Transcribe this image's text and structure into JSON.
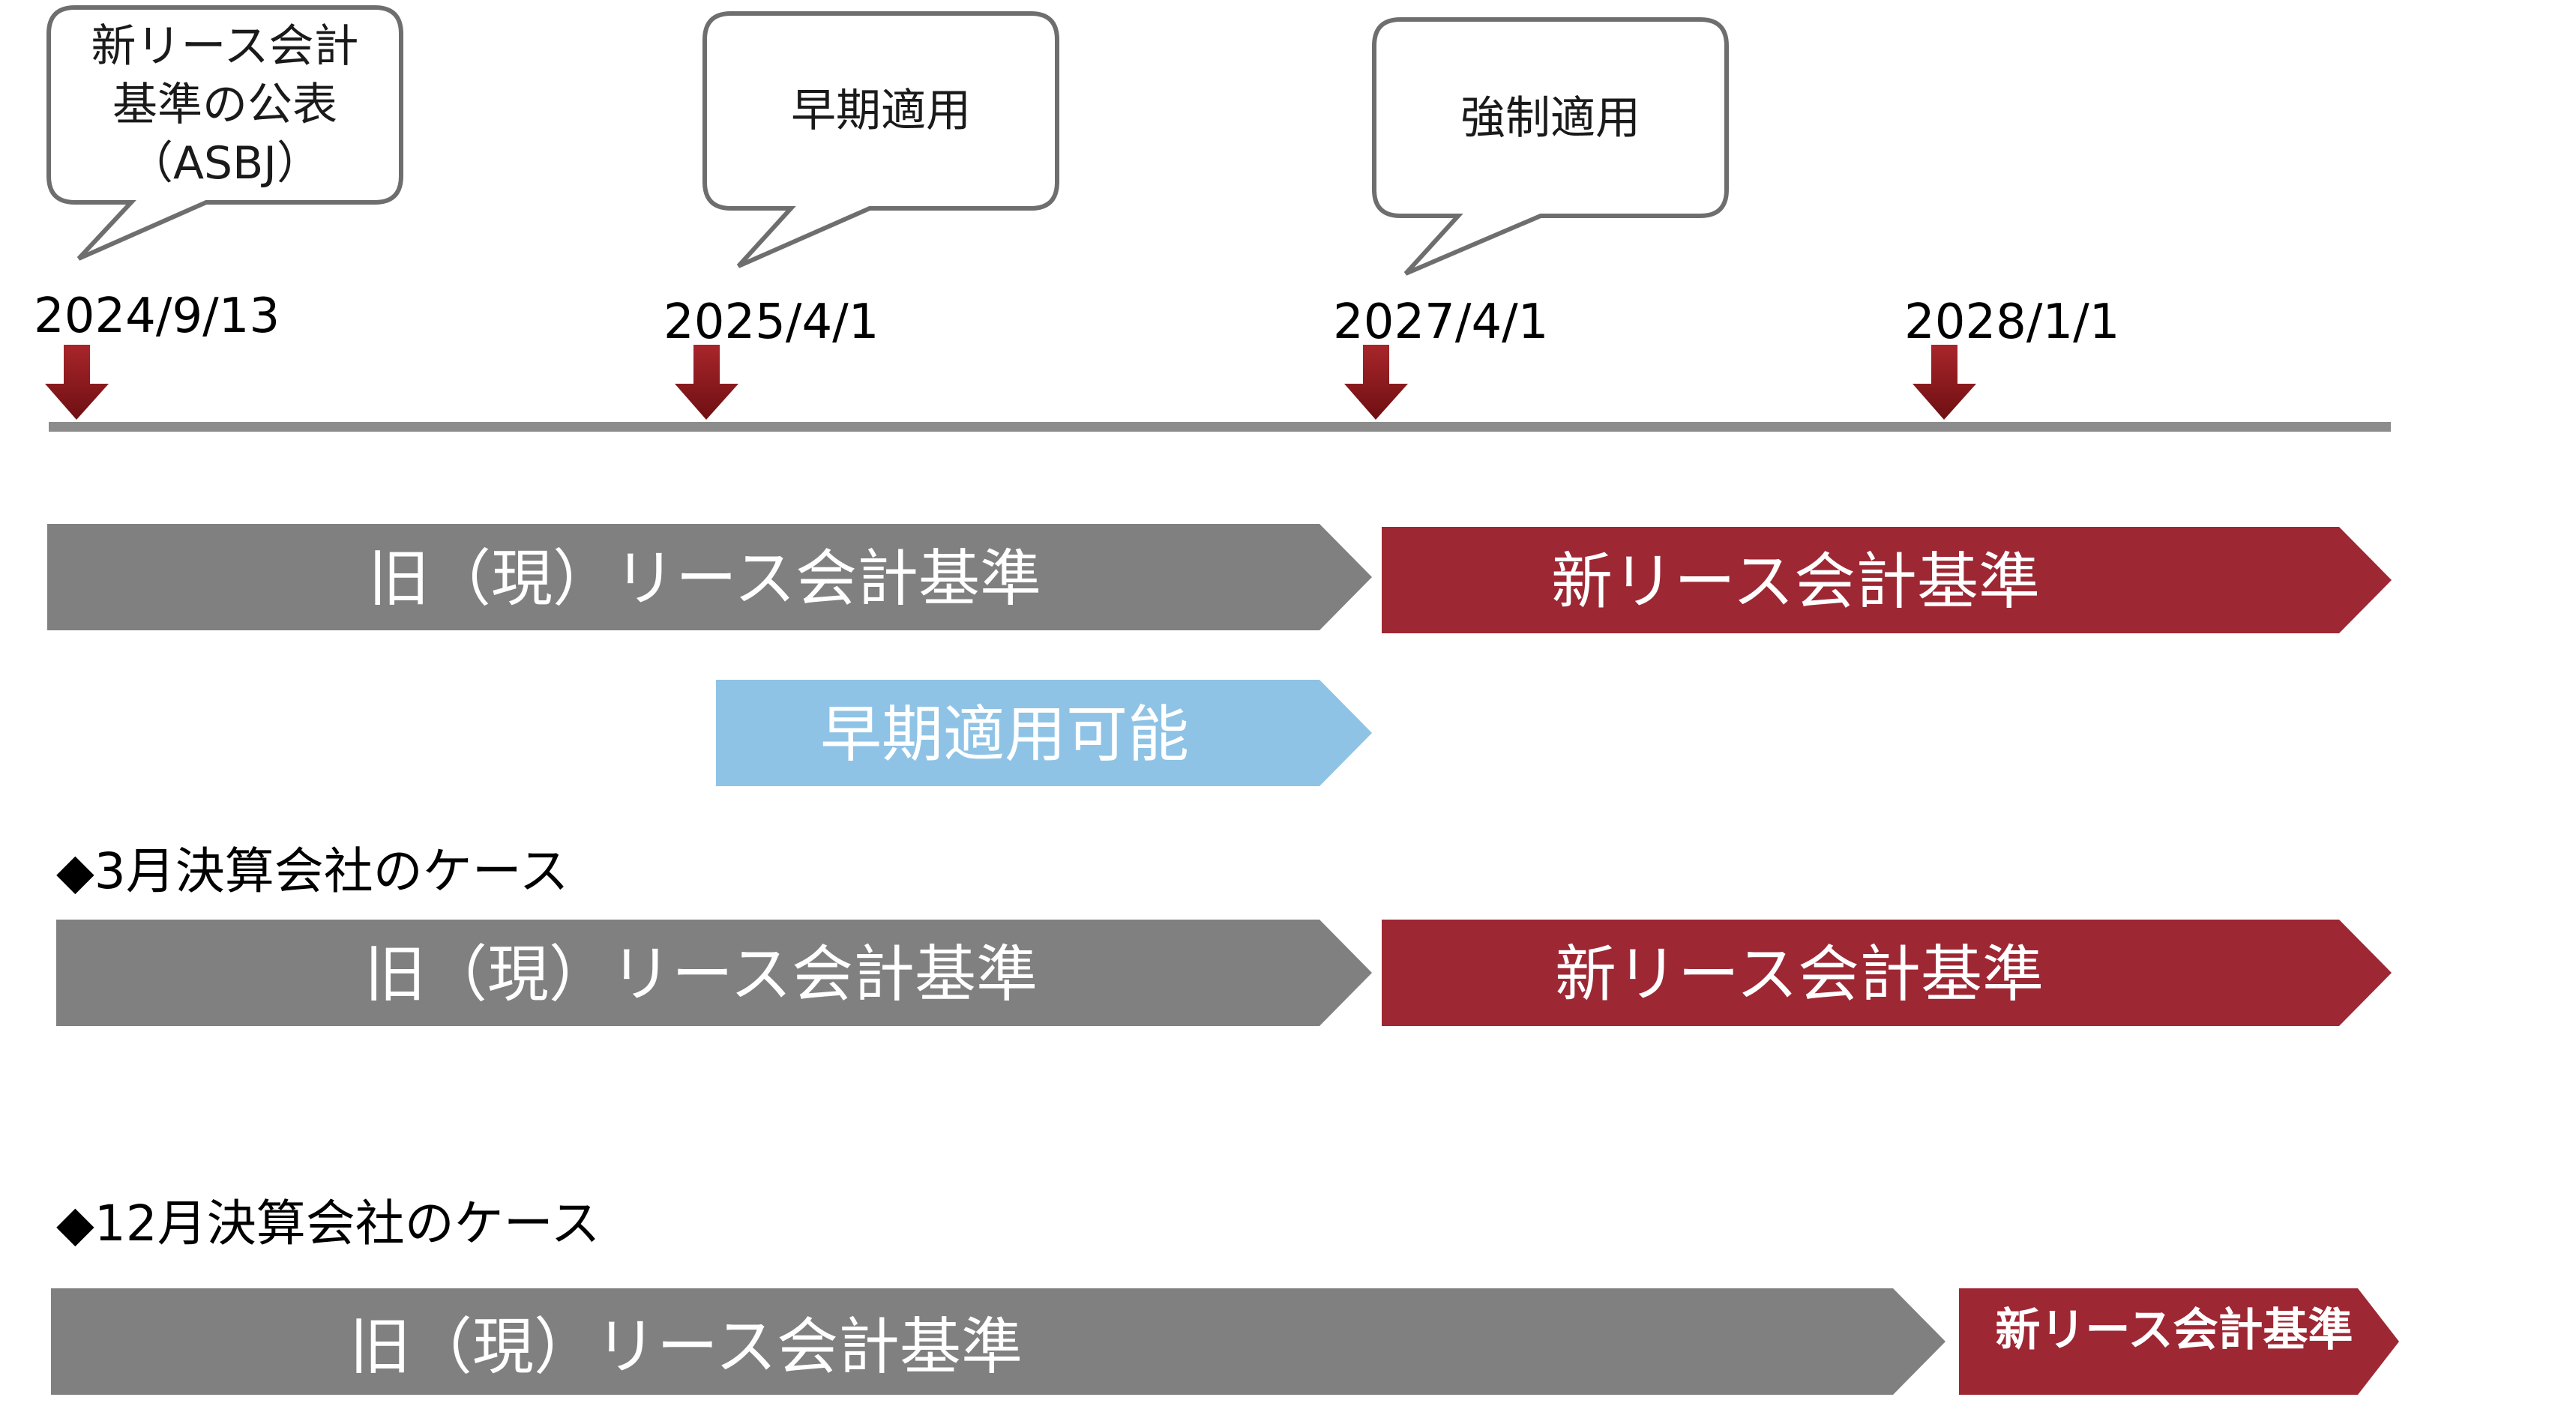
{
  "colors": {
    "old_standard": "#808080",
    "new_standard": "#9E2734",
    "early_adoption": "#8EC3E6",
    "marker": "#8B1A1A",
    "timeline": "#8C8C8C",
    "callout_border": "#6E6E6E"
  },
  "callouts": [
    {
      "lines": [
        "新リース会計",
        "基準の公表",
        "（ASBJ）"
      ]
    },
    {
      "lines": [
        "早期適用"
      ]
    },
    {
      "lines": [
        "強制適用"
      ]
    }
  ],
  "timeline": {
    "dates": [
      "2024/9/13",
      "2025/4/1",
      "2027/4/1",
      "2028/1/1"
    ]
  },
  "rows": {
    "general": {
      "old_label": "旧（現）リース会計基準",
      "new_label": "新リース会計基準",
      "early_label": "早期適用可能"
    },
    "march": {
      "heading": "◆3月決算会社のケース",
      "old_label": "旧（現）リース会計基準",
      "new_label": "新リース会計基準"
    },
    "december": {
      "heading": "◆12月決算会社のケース",
      "old_label": "旧（現）リース会計基準",
      "new_label": "新リース会計基準"
    }
  },
  "icons": {
    "marker": "down-arrow-icon",
    "bar_tip": "chevron-right-icon"
  }
}
